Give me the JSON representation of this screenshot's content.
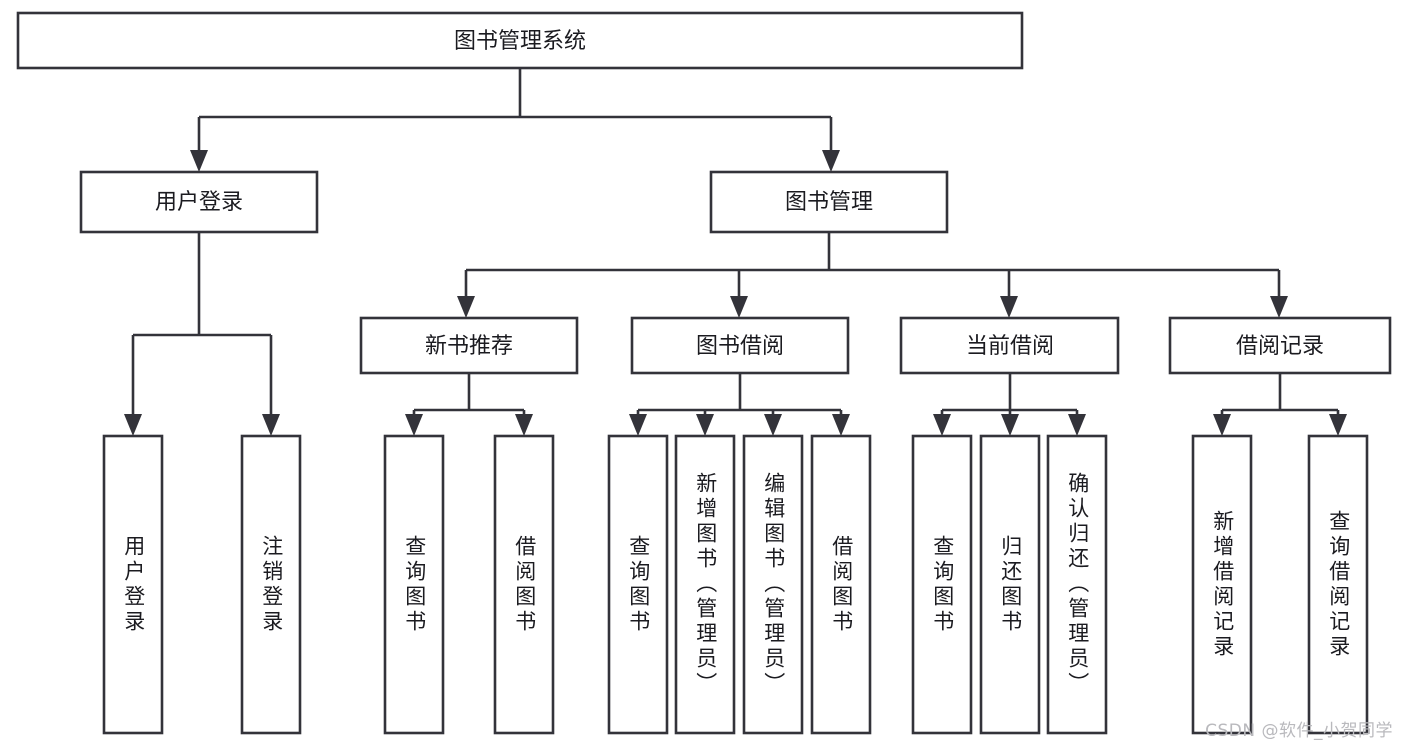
{
  "diagram": {
    "type": "tree",
    "title": "图书管理系统",
    "orientation": "top-down",
    "style": {
      "box_fill": "#ffffff",
      "box_stroke": "#33333a",
      "line_color": "#33333a",
      "text_color": "#1b1b20",
      "background": "#ffffff"
    },
    "root": {
      "label": "图书管理系统"
    },
    "level2": [
      {
        "label": "用户登录"
      },
      {
        "label": "图书管理"
      }
    ],
    "level3": [
      {
        "label": "新书推荐"
      },
      {
        "label": "图书借阅"
      },
      {
        "label": "当前借阅"
      },
      {
        "label": "借阅记录"
      }
    ],
    "leaves": {
      "user_login": [
        {
          "label": "用户登录"
        },
        {
          "label": "注销登录"
        }
      ],
      "new_book_recommend": [
        {
          "label": "查询图书"
        },
        {
          "label": "借阅图书"
        }
      ],
      "book_borrow": [
        {
          "label": "查询图书"
        },
        {
          "label": "新增图书（管理员）"
        },
        {
          "label": "编辑图书（管理员）"
        },
        {
          "label": "借阅图书"
        }
      ],
      "current_borrow": [
        {
          "label": "查询图书"
        },
        {
          "label": "归还图书"
        },
        {
          "label": "确认归还（管理员）"
        }
      ],
      "borrow_record": [
        {
          "label": "新增借阅记录"
        },
        {
          "label": "查询借阅记录"
        }
      ]
    }
  },
  "watermark": {
    "text": "CSDN @软件_小贺同学"
  }
}
